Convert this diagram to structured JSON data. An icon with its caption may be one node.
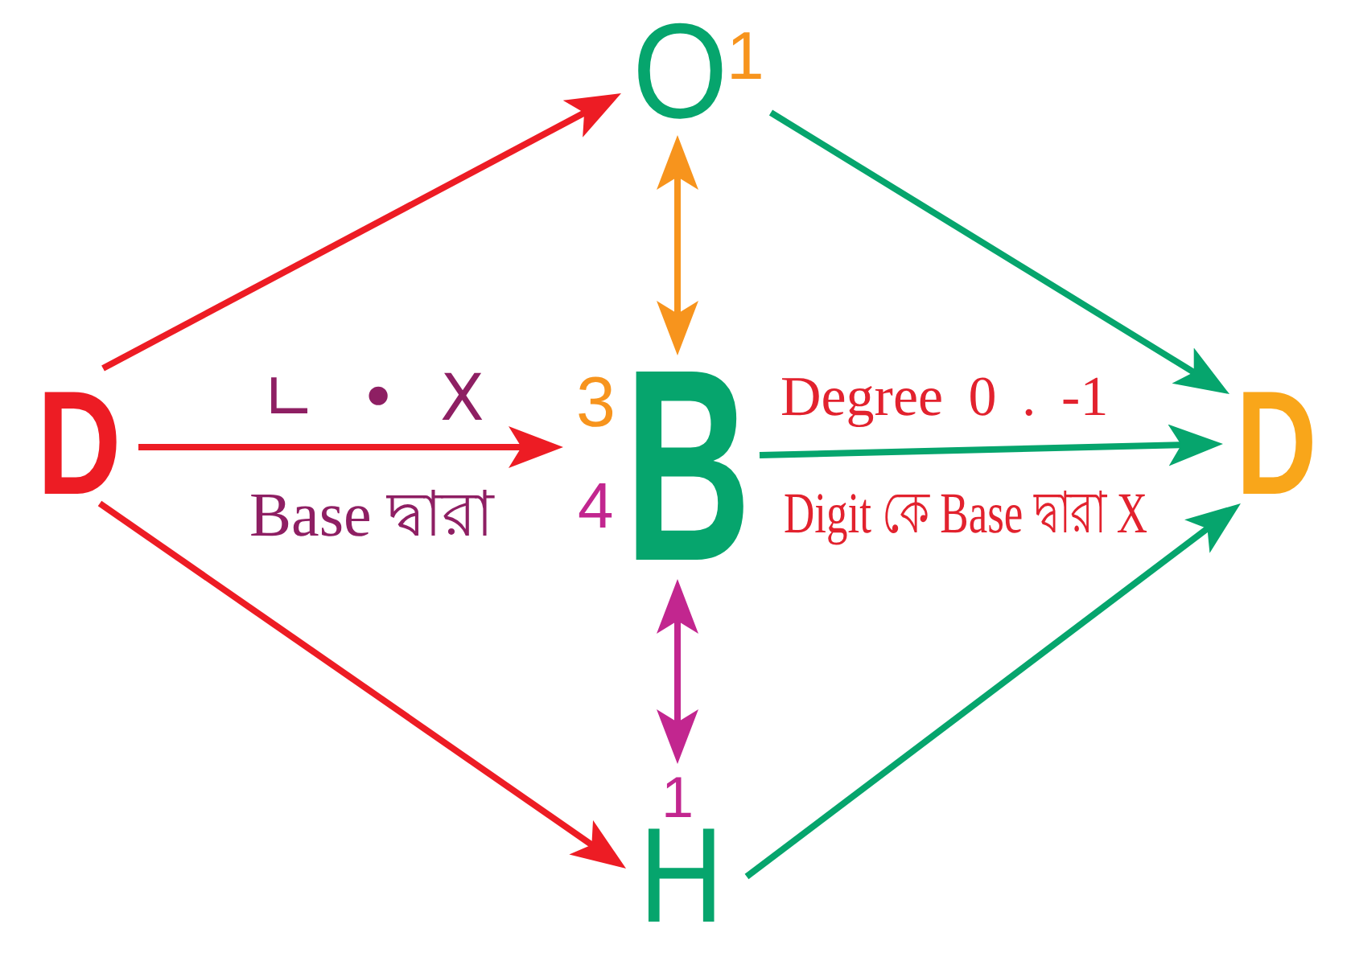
{
  "diagram": {
    "nodes": [
      {
        "text": [
          "D"
        ]
      },
      {
        "text": [
          "O",
          "1"
        ]
      },
      {
        "text": [
          "3",
          "4",
          "B"
        ]
      },
      {
        "text": [
          "1",
          "H"
        ]
      },
      {
        "text": [
          "D"
        ]
      }
    ],
    "edges": [
      {
        "from": 0,
        "to": 1,
        "arrow": "to",
        "color": "#ed1c24"
      },
      {
        "from": 0,
        "to": 2,
        "arrow": "to",
        "color": "#ed1c24",
        "label": "∟ • X"
      },
      {
        "from": 0,
        "to": 3,
        "arrow": "to",
        "color": "#ed1c24"
      },
      {
        "from": 1,
        "to": 2,
        "arrow": "both",
        "color": "#f7941d"
      },
      {
        "from": 2,
        "to": 3,
        "arrow": "both",
        "color": "#c2268f"
      },
      {
        "from": 1,
        "to": 4,
        "arrow": "to",
        "color": "#06a56d"
      },
      {
        "from": 2,
        "to": 4,
        "arrow": "to",
        "color": "#06a56d",
        "label": "Degree 0 . -1"
      },
      {
        "from": 3,
        "to": 4,
        "arrow": "to",
        "color": "#06a56d"
      }
    ],
    "labels": [
      "Base দ্বারা",
      "Digit কে Base দ্বারা X"
    ]
  }
}
